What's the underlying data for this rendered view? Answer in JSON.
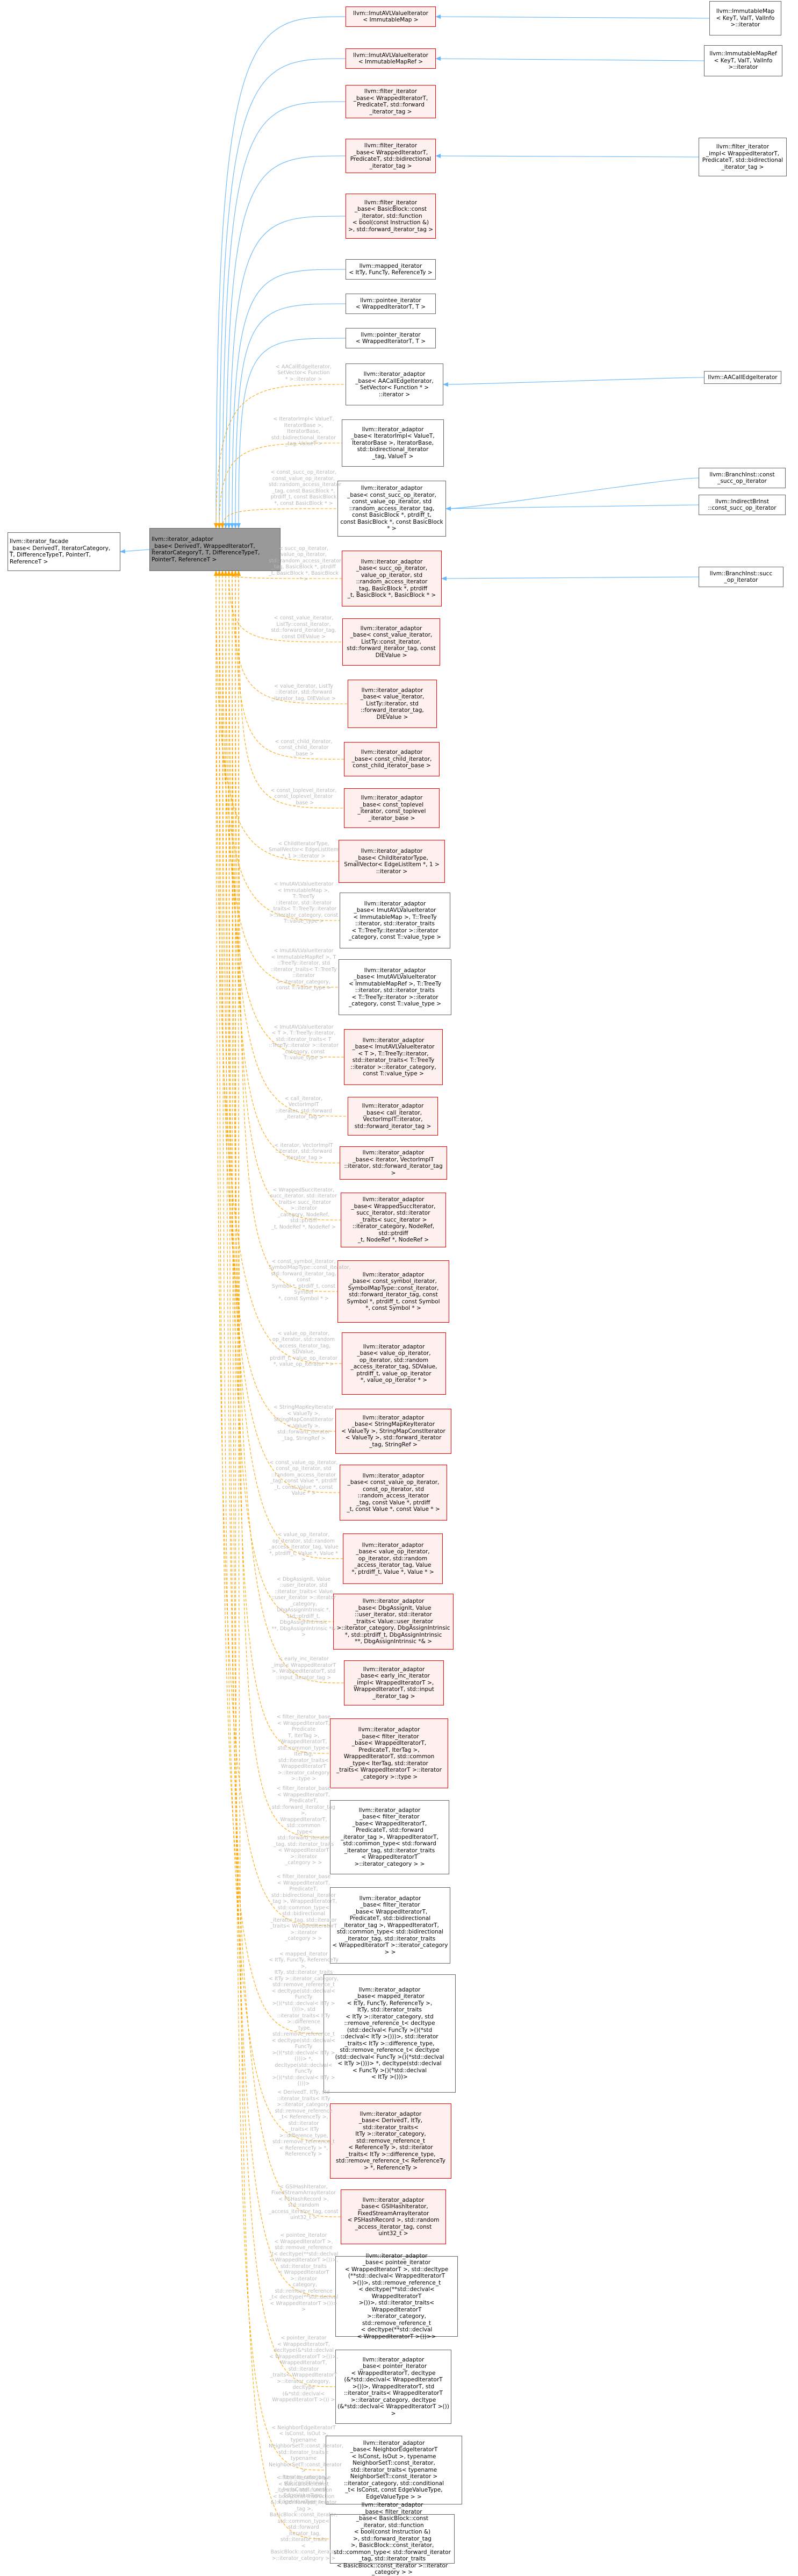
{
  "colors": {
    "inherit_edge": "#63b8ff",
    "template_edge": "#ffa500",
    "edge_label": "#b8b8b8",
    "node_border": "#666666",
    "red_border": "#ff0000",
    "red_fill": "#fff0f0",
    "focus_fill": "#999999"
  },
  "facade": {
    "label": "llvm::iterator_facade\n_base< DerivedT, IteratorCategory,\n T, DifferenceTypeT, PointerT,\n ReferenceT >"
  },
  "focus": {
    "label": "llvm::iterator_adaptor\n_base< DerivedT, WrappedIteratorT,\n IteratorCategoryT, T, DifferenceTypeT,\n PointerT, ReferenceT >"
  },
  "children": [
    {
      "label": "llvm::ImutAVLValueIterator\n< ImmutableMap >",
      "red": true,
      "edge": "inherit",
      "edge_label": ""
    },
    {
      "label": "llvm::ImutAVLValueIterator\n< ImmutableMapRef >",
      "red": true,
      "edge": "inherit",
      "edge_label": ""
    },
    {
      "label": "llvm::filter_iterator\n_base< WrappedIteratorT,\n PredicateT, std::forward\n_iterator_tag >",
      "red": true,
      "edge": "inherit",
      "edge_label": ""
    },
    {
      "label": "llvm::filter_iterator\n_base< WrappedIteratorT,\n PredicateT, std::bidirectional\n_iterator_tag >",
      "red": true,
      "edge": "inherit",
      "edge_label": ""
    },
    {
      "label": "llvm::filter_iterator\n_base< BasicBlock::const\n_iterator, std::function\n< bool(const Instruction &)\n>, std::forward_iterator_tag >",
      "red": true,
      "edge": "inherit",
      "edge_label": ""
    },
    {
      "label": "llvm::mapped_iterator\n< ItTy, FuncTy, ReferenceTy >",
      "red": false,
      "edge": "inherit",
      "edge_label": ""
    },
    {
      "label": "llvm::pointee_iterator\n< WrappedIteratorT, T >",
      "red": false,
      "edge": "inherit",
      "edge_label": ""
    },
    {
      "label": "llvm::pointer_iterator\n< WrappedIteratorT, T >",
      "red": false,
      "edge": "inherit",
      "edge_label": ""
    },
    {
      "label": "llvm::iterator_adaptor\n_base< AACallEdgeIterator,\n SetVector< Function * >\n::iterator >",
      "red": false,
      "edge": "template",
      "edge_label": "< AACallEdgeIterator,\n SetVector< Function\n * >::iterator >"
    },
    {
      "label": "llvm::iterator_adaptor\n_base< IteratorImpl< ValueT,\n IteratorBase >, IteratorBase,\n std::bidirectional_iterator\n_tag, ValueT >",
      "red": false,
      "edge": "template",
      "edge_label": "< IteratorImpl< ValueT,\n IteratorBase >, IteratorBase,\n std::bidirectional_iterator\n_tag, ValueT >"
    },
    {
      "label": "llvm::iterator_adaptor\n_base< const_succ_op_iterator,\n const_value_op_iterator, std\n::random_access_iterator_tag,\n const BasicBlock *, ptrdiff_t,\n const BasicBlock *, const BasicBlock * >",
      "red": false,
      "edge": "template",
      "edge_label": "< const_succ_op_iterator,\n const_value_op_iterator,\n std::random_access_iterator\n_tag, const BasicBlock *,\n ptrdiff_t, const BasicBlock\n *, const BasicBlock * >"
    },
    {
      "label": "llvm::iterator_adaptor\n_base< succ_op_iterator,\n value_op_iterator, std\n::random_access_iterator\n_tag, BasicBlock *, ptrdiff\n_t, BasicBlock *, BasicBlock * >",
      "red": true,
      "edge": "template",
      "edge_label": "< succ_op_iterator,\n value_op_iterator,\n std::random_access_iterator\n_tag, BasicBlock *, ptrdiff\n_t, BasicBlock *, BasicBlock * >"
    },
    {
      "label": "llvm::iterator_adaptor\n_base< const_value_iterator,\n ListTy::const_iterator,\n std::forward_iterator_tag, const\n DIEValue >",
      "red": true,
      "edge": "template",
      "edge_label": "< const_value_iterator,\n ListTy::const_iterator,\n std::forward_iterator_tag,\n const DIEValue >"
    },
    {
      "label": "llvm::iterator_adaptor\n_base< value_iterator,\n ListTy::iterator, std\n::forward_iterator_tag,\n DIEValue >",
      "red": true,
      "edge": "template",
      "edge_label": "< value_iterator, ListTy\n::iterator, std::forward\n_iterator_tag, DIEValue >"
    },
    {
      "label": "llvm::iterator_adaptor\n_base< const_child_iterator,\n const_child_iterator_base >",
      "red": true,
      "edge": "template",
      "edge_label": "< const_child_iterator,\n const_child_iterator\n_base >"
    },
    {
      "label": "llvm::iterator_adaptor\n_base< const_toplevel\n_iterator, const_toplevel\n_iterator_base >",
      "red": true,
      "edge": "template",
      "edge_label": "< const_toplevel_iterator,\n const_toplevel_iterator\n_base >"
    },
    {
      "label": "llvm::iterator_adaptor\n_base< ChildIteratorType,\n SmallVector< EdgeListItem *, 1 >\n::iterator >",
      "red": true,
      "edge": "template",
      "edge_label": "< ChildIteratorType,\n SmallVector< EdgeListItem\n *, 1 >::iterator >"
    },
    {
      "label": "llvm::iterator_adaptor\n_base< ImutAVLValueIterator\n< ImmutableMap >, T::TreeTy\n::iterator, std::iterator_traits\n< T::TreeTy::iterator >::iterator\n_category, const T::value_type >",
      "red": false,
      "edge": "template",
      "edge_label": "< ImutAVLValueIterator\n< ImmutableMap >, T::TreeTy\n::iterator, std::iterator\n_traits< T::TreeTy::iterator\n>::iterator_category, const\n T::value_type >"
    },
    {
      "label": "llvm::iterator_adaptor\n_base< ImutAVLValueIterator\n< ImmutableMapRef >, T::TreeTy\n::iterator, std::iterator_traits\n< T::TreeTy::iterator >::iterator\n_category, const T::value_type >",
      "red": false,
      "edge": "template",
      "edge_label": "< ImutAVLValueIterator\n< ImmutableMapRef >, T\n::TreeTy::iterator, std\n::iterator_traits< T::TreeTy\n::iterator >::iterator_category,\n const T::value_type >"
    },
    {
      "label": "llvm::iterator_adaptor\n_base< ImutAVLValueIterator\n< T >, T::TreeTy::iterator,\n std::iterator_traits< T::TreeTy\n::iterator >::iterator_category,\n const T::value_type >",
      "red": true,
      "edge": "template",
      "edge_label": "< ImutAVLValueIterator\n< T >, T::TreeTy::iterator,\n std::iterator_traits< T\n::TreeTy::iterator >::iterator\n_category, const T::value_type >"
    },
    {
      "label": "llvm::iterator_adaptor\n_base< call_iterator,\n VectorImplT::iterator,\n std::forward_iterator_tag >",
      "red": true,
      "edge": "template",
      "edge_label": "< call_iterator, VectorImplT\n::iterator, std::forward\n_iterator_tag >"
    },
    {
      "label": "llvm::iterator_adaptor\n_base< iterator, VectorImplT\n::iterator, std::forward_iterator_tag >",
      "red": true,
      "edge": "template",
      "edge_label": "< iterator, VectorImplT\n::iterator, std::forward\n_iterator_tag >"
    },
    {
      "label": "llvm::iterator_adaptor\n_base< WrappedSuccIterator,\n succ_iterator, std::iterator\n_traits< succ_iterator >\n::iterator_category, NodeRef, std::ptrdiff\n_t, NodeRef *, NodeRef >",
      "red": true,
      "edge": "template",
      "edge_label": "< WrappedSuccIterator,\n succ_iterator, std::iterator\n_traits< succ_iterator >::iterator\n_category, NodeRef, std::ptrdiff\n_t, NodeRef *, NodeRef >"
    },
    {
      "label": "llvm::iterator_adaptor\n_base< const_symbol_iterator,\n SymbolMapType::const_iterator,\n std::forward_iterator_tag, const\n Symbol *, ptrdiff_t, const Symbol\n *, const Symbol * >",
      "red": true,
      "edge": "template",
      "edge_label": "< const_symbol_iterator,\n SymbolMapType::const_iterator,\n std::forward_iterator_tag, const\n Symbol *, ptrdiff_t, const Symbol\n *, const Symbol * >"
    },
    {
      "label": "llvm::iterator_adaptor\n_base< value_op_iterator,\n op_iterator, std::random\n_access_iterator_tag, SDValue,\n ptrdiff_t, value_op_iterator\n *, value_op_iterator * >",
      "red": true,
      "edge": "template",
      "edge_label": "< value_op_iterator,\n op_iterator, std::random\n_access_iterator_tag, SDValue,\n ptrdiff_t, value_op_iterator\n *, value_op_iterator * >"
    },
    {
      "label": "llvm::iterator_adaptor\n_base< StringMapKeyIterator\n< ValueTy >, StringMapConstIterator\n< ValueTy >, std::forward_iterator\n_tag, StringRef >",
      "red": true,
      "edge": "template",
      "edge_label": "< StringMapKeyIterator\n< ValueTy >, StringMapConstIterator\n< ValueTy >, std::forward_iterator\n_tag, StringRef >"
    },
    {
      "label": "llvm::iterator_adaptor\n_base< const_value_op_iterator,\n const_op_iterator, std\n::random_access_iterator\n_tag, const Value *, ptrdiff\n_t, const Value *, const Value * >",
      "red": true,
      "edge": "template",
      "edge_label": "< const_value_op_iterator,\n const_op_iterator, std\n::random_access_iterator\n_tag, const Value *, ptrdiff\n_t, const Value *, const Value * >"
    },
    {
      "label": "llvm::iterator_adaptor\n_base< value_op_iterator,\n op_iterator, std::random\n_access_iterator_tag, Value\n *, ptrdiff_t, Value *, Value * >",
      "red": true,
      "edge": "template",
      "edge_label": "< value_op_iterator,\n op_iterator, std::random\n_access_iterator_tag, Value\n *, ptrdiff_t, Value *, Value * >"
    },
    {
      "label": "llvm::iterator_adaptor\n_base< DbgAssignIt, Value\n::user_iterator, std::iterator\n_traits< Value::user_iterator\n >::iterator_category, DbgAssignIntrinsic\n *, std::ptrdiff_t, DbgAssignIntrinsic\n **, DbgAssignIntrinsic *& >",
      "red": true,
      "edge": "template",
      "edge_label": "< DbgAssignIt, Value\n::user_iterator, std\n::iterator_traits< Value\n::user_iterator >::iterator\n_category, DbgAssignIntrinsic *,\n std::ptrdiff_t, DbgAssignIntrinsic\n **, DbgAssignIntrinsic *& >"
    },
    {
      "label": "llvm::iterator_adaptor\n_base< early_inc_iterator\n_impl< WrappedIteratorT >,\n WrappedIteratorT, std::input\n_iterator_tag >",
      "red": true,
      "edge": "template",
      "edge_label": "< early_inc_iterator\n_impl< WrappedIteratorT\n >, WrappedIteratorT, std\n::input_iterator_tag >"
    },
    {
      "label": "llvm::iterator_adaptor\n_base< filter_iterator\n_base< WrappedIteratorT,\n PredicateT, IterTag >,\n WrappedIteratorT, std::common\n_type< IterTag, std::iterator\n_traits< WrappedIteratorT >::iterator\n_category >::type >",
      "red": true,
      "edge": "template",
      "edge_label": "< filter_iterator_base\n< WrappedIteratorT, Predicate\nT, IterTag >, WrappedIteratorT,\n std::common_type< IterTag,\n std::iterator_traits< WrappedIteratorT\n >::iterator_category >::type >"
    },
    {
      "label": "llvm::iterator_adaptor\n_base< filter_iterator\n_base< WrappedIteratorT,\n PredicateT, std::forward\n_iterator_tag >, WrappedIteratorT,\n std::common_type< std::forward\n_iterator_tag, std::iterator_traits\n< WrappedIteratorT >::iterator_category > >",
      "red": false,
      "edge": "template",
      "edge_label": "< filter_iterator_base\n< WrappedIteratorT, PredicateT,\n std::forward_iterator_tag >,\n WrappedIteratorT, std::common\n_type< std::forward_iterator\n_tag, std::iterator_traits\n< WrappedIteratorT >::iterator\n_category > >"
    },
    {
      "label": "llvm::iterator_adaptor\n_base< filter_iterator\n_base< WrappedIteratorT,\n PredicateT, std::bidirectional\n_iterator_tag >, WrappedIteratorT,\n std::common_type< std::bidirectional\n_iterator_tag, std::iterator_traits\n< WrappedIteratorT >::iterator_category > >",
      "red": false,
      "edge": "template",
      "edge_label": "< filter_iterator_base\n< WrappedIteratorT, PredicateT,\n std::bidirectional_iterator\n_tag >, WrappedIteratorT,\n std::common_type< std::bidirectional\n_iterator_tag, std::iterator\n_traits< WrappedIteratorT >::iterator\n_category > >"
    },
    {
      "label": "llvm::iterator_adaptor\n_base< mapped_iterator\n< ItTy, FuncTy, ReferenceTy >,\n ItTy, std::iterator_traits\n< ItTy >::iterator_category, std\n::remove_reference_t< decltype\n(std::declval< FuncTy >()(*std\n::declval< ItTy >()))>, std::iterator\n_traits< ItTy >::difference_type,\n std::remove_reference_t< decltype\n(std::declval< FuncTy >()(*std::declval\n< ItTy >()))> *, decltype(std::declval\n< FuncTy >()(*std::declval\n< ItTy >()))>",
      "red": false,
      "edge": "template",
      "edge_label": "< mapped_iterator\n< ItTy, FuncTy, ReferenceTy >,\n ItTy, std::iterator_traits\n< ItTy >::iterator_category,\n std::remove_reference_t\n< decltype(std::declval< FuncTy\n >()(*std::declval< ItTy >()))>, std\n::iterator_traits< ItTy >::difference\n_type, std::remove_reference_t\n< decltype(std::declval< FuncTy\n >()(*std::declval< ItTy >()))> *,\n decltype(std::declval< FuncTy\n >()(*std::declval< ItTy >()))>"
    },
    {
      "label": "llvm::iterator_adaptor\n_base< DerivedT, ItTy,\n std::iterator_traits<\n ItTy >::iterator_category,\n std::remove_reference_t\n< ReferenceTy >, std::iterator\n_traits< ItTy >::difference_type,\n std::remove_reference_t< ReferenceTy\n > *, ReferenceTy >",
      "red": true,
      "edge": "template",
      "edge_label": "< DerivedT, ItTy, std\n::iterator_traits< ItTy\n >::iterator_category,\n std::remove_reference\n_t< ReferenceTy >, std::iterator\n_traits< ItTy >::difference_type,\n std::remove_reference_t\n< ReferenceTy > *, ReferenceTy >"
    },
    {
      "label": "llvm::iterator_adaptor\n_base< GSIHashIterator,\n FixedStreamArrayIterator\n< PSHashRecord >, std::random\n_access_iterator_tag, const\n uint32_t >",
      "red": true,
      "edge": "template",
      "edge_label": "< GSIHashIterator,\n FixedStreamArrayIterator\n< PSHashRecord >, std::random\n_access_iterator_tag, const\n uint32_t >"
    },
    {
      "label": "llvm::iterator_adaptor\n_base< pointee_iterator\n< WrappedIteratorT >, std::decltype\n(**std::declval< WrappedIteratorT\n >())>, std::remove_reference_t\n< decltype(**std::declval< WrappedIteratorT\n >())>, std::iterator_traits< WrappedIteratorT\n >::iterator_category, std::remove_reference_t\n< decltype(**std::declval\n< WrappedIteratorT >())>>",
      "red": false,
      "edge": "template",
      "edge_label": "< pointee_iterator\n< WrappedIteratorT >,\n std::remove_reference\n_t< decltype(**std::declval\n< WrappedIteratorT >())>,\n std::iterator_traits\n< WrappedIteratorT >::iterator\n_category, std::remove_reference\n_t< decltype(**std::declval\n< WrappedIteratorT >())> >"
    },
    {
      "label": "llvm::iterator_adaptor\n_base< pointer_iterator\n< WrappedIteratorT, decltype\n(&*std::declval< WrappedIteratorT\n >())>, WrappedIteratorT, std\n::iterator_traits< WrappedIteratorT\n >::iterator_category, decltype\n(&*std::declval< WrappedIteratorT >()) >",
      "red": false,
      "edge": "template",
      "edge_label": "< pointer_iterator\n< WrappedIteratorT,\n decltype(&*std::declval\n< WrappedIteratorT >())>,\n WrappedIteratorT, std::iterator\n_traits< WrappedIteratorT\n >::iterator_category, decltype\n(&*std::declval< WrappedIteratorT >()) >"
    },
    {
      "label": "llvm::iterator_adaptor\n_base< NeighborEdgeIteratorT\n< IsConst, IsOut >, typename\n NeighborSetT::const_iterator,\n std::iterator_traits< typename\n NeighborSetT::const_iterator >\n::iterator_category, std::conditional\n_t< IsConst, const EdgeValueType, EdgeValueType > >",
      "red": false,
      "edge": "template",
      "edge_label": "< NeighborEdgeIteratorT\n< IsConst, IsOut >, typename\n NeighborSetT::const_iterator,\n std::iterator_traits< typename\n NeighborSetT::const_iterator >\n::iterator_category, std::conditional\n_t< IsConst, const EdgeValueType, EdgeValueType > >"
    },
    {
      "label": "llvm::iterator_adaptor\n_base< filter_iterator\n_base< BasicBlock::const\n_iterator, std::function\n< bool(const Instruction &)\n>, std::forward_iterator_tag\n >, BasicBlock::const_iterator,\n std::common_type< std::forward_iterator\n_tag, std::iterator_traits\n< BasicBlock::const_iterator >::iterator\n_category > >",
      "red": false,
      "edge": "template",
      "edge_label": "< filter_iterator_base\n< BasicBlock::const\n_iterator, std::function\n< bool(const Instruction\n &)>, std::forward_iterator\n_tag >, BasicBlock::const_iterator,\n std::common_type< std::forward\n_iterator_tag, std::iterator_traits\n< BasicBlock::const_iterator\n >::iterator_category > >"
    }
  ],
  "leaves": [
    {
      "label": "llvm::ImmutableMap\n< KeyT, ValT, ValInfo\n >::iterator",
      "parent": 0
    },
    {
      "label": "llvm::ImmutableMapRef\n< KeyT, ValT, ValInfo\n >::iterator",
      "parent": 1
    },
    {
      "label": "llvm::filter_iterator\n_impl< WrappedIteratorT,\n PredicateT, std::bidirectional\n_iterator_tag >",
      "parent": 3
    },
    {
      "label": "llvm::AACallEdgeIterator",
      "parent": 8
    },
    {
      "label": "llvm::BranchInst::const\n_succ_op_iterator",
      "parent": 10
    },
    {
      "label": "llvm::IndirectBrInst\n::const_succ_op_iterator",
      "parent": 10
    },
    {
      "label": "llvm::BranchInst::succ\n_op_iterator",
      "parent": 11
    }
  ]
}
